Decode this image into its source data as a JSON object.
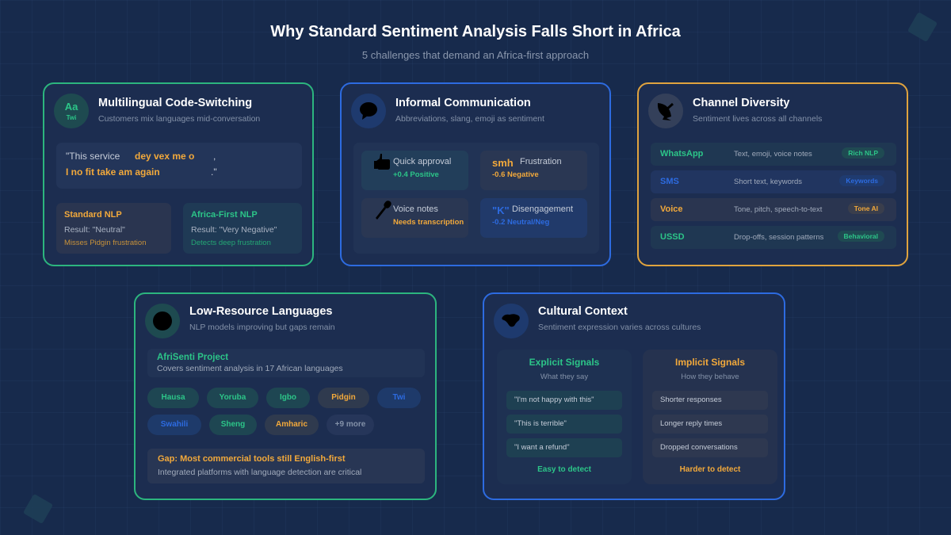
{
  "header": {
    "title": "Why Standard Sentiment Analysis Falls Short in Africa",
    "subtitle": "5 challenges that demand an Africa-first approach"
  },
  "colors": {
    "background": "#172a4c",
    "card_bg": "#1c2d50",
    "green": "#2cc588",
    "blue": "#2d6be0",
    "orange": "#f2a93b",
    "muted": "#8391a8"
  },
  "cards": {
    "code_switching": {
      "icon": "aa-language-icon",
      "icon_text": "Aa",
      "icon_subtext": "Twi",
      "title": "Multilingual Code-Switching",
      "subtitle": "Customers mix languages mid-conversation",
      "quote": {
        "part1": "\"This service",
        "part2": "dey vex me o",
        "part3": ",",
        "part4": "I no fit take am again",
        "part5": ".\""
      },
      "standard": {
        "title": "Standard NLP",
        "result": "Result: \"Neutral\"",
        "note": "Misses Pidgin frustration"
      },
      "africa_first": {
        "title": "Africa-First NLP",
        "result": "Result: \"Very Negative\"",
        "note": "Detects deep frustration"
      }
    },
    "informal": {
      "icon": "speech-bubble-icon",
      "title": "Informal Communication",
      "subtitle": "Abbreviations, slang, emoji as sentiment",
      "items": [
        {
          "icon": "thumbs-up-icon",
          "label": "Quick approval",
          "value": "+0.4 Positive"
        },
        {
          "tag": "smh",
          "label": "Frustration",
          "value": "-0.6 Negative"
        },
        {
          "icon": "microphone-icon",
          "label": "Voice notes",
          "value": "Needs transcription"
        },
        {
          "tag": "\"K\"",
          "label": "Disengagement",
          "value": "-0.2 Neutral/Neg"
        }
      ]
    },
    "channels": {
      "icon": "satellite-dish-icon",
      "title": "Channel Diversity",
      "subtitle": "Sentiment lives across all channels",
      "rows": [
        {
          "name": "WhatsApp",
          "desc": "Text, emoji, voice notes",
          "badge": "Rich NLP"
        },
        {
          "name": "SMS",
          "desc": "Short text, keywords",
          "badge": "Keywords"
        },
        {
          "name": "Voice",
          "desc": "Tone, pitch, speech-to-text",
          "badge": "Tone AI"
        },
        {
          "name": "USSD",
          "desc": "Drop-offs, session patterns",
          "badge": "Behavioral"
        }
      ]
    },
    "low_resource": {
      "icon": "globe-icon",
      "title": "Low-Resource Languages",
      "subtitle": "NLP models improving but gaps remain",
      "project_title": "AfriSenti Project",
      "project_sub": "Covers sentiment analysis in 17 African languages",
      "languages": [
        "Hausa",
        "Yoruba",
        "Igbo",
        "Pidgin",
        "Twi",
        "Swahili",
        "Sheng",
        "Amharic",
        "+9 more"
      ],
      "gap_title": "Gap: Most commercial tools still English-first",
      "gap_sub": "Integrated platforms with language detection are critical"
    },
    "cultural": {
      "icon": "africa-map-icon",
      "title": "Cultural Context",
      "subtitle": "Sentiment expression varies across cultures",
      "explicit": {
        "title": "Explicit Signals",
        "sub": "What they say",
        "items": [
          "\"I'm not happy with this\"",
          "\"This is terrible\"",
          "\"I want a refund\""
        ],
        "footer": "Easy to detect"
      },
      "implicit": {
        "title": "Implicit Signals",
        "sub": "How they behave",
        "items": [
          "Shorter responses",
          "Longer reply times",
          "Dropped conversations"
        ],
        "footer": "Harder to detect"
      }
    }
  }
}
